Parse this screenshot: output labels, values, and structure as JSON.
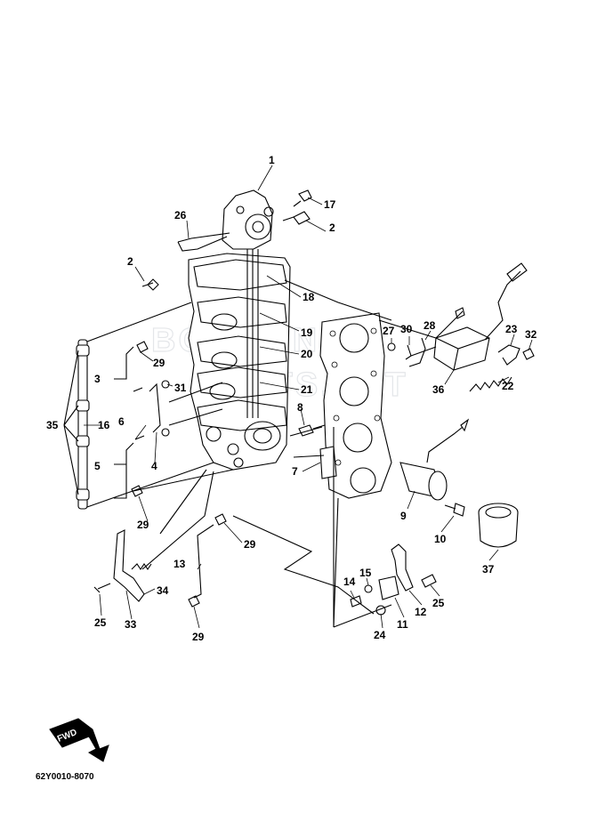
{
  "diagram": {
    "code": "62Y0010-8070",
    "watermark": "BOATS.NET",
    "fwd_badge": "FWD",
    "callouts": [
      "1",
      "2",
      "2",
      "3",
      "4",
      "5",
      "6",
      "7",
      "8",
      "9",
      "10",
      "11",
      "12",
      "13",
      "14",
      "15",
      "16",
      "17",
      "18",
      "19",
      "20",
      "21",
      "22",
      "23",
      "24",
      "25",
      "25",
      "25",
      "26",
      "27",
      "28",
      "29",
      "29",
      "29",
      "29",
      "29",
      "30",
      "31",
      "32",
      "33",
      "34",
      "35",
      "36",
      "37"
    ]
  }
}
